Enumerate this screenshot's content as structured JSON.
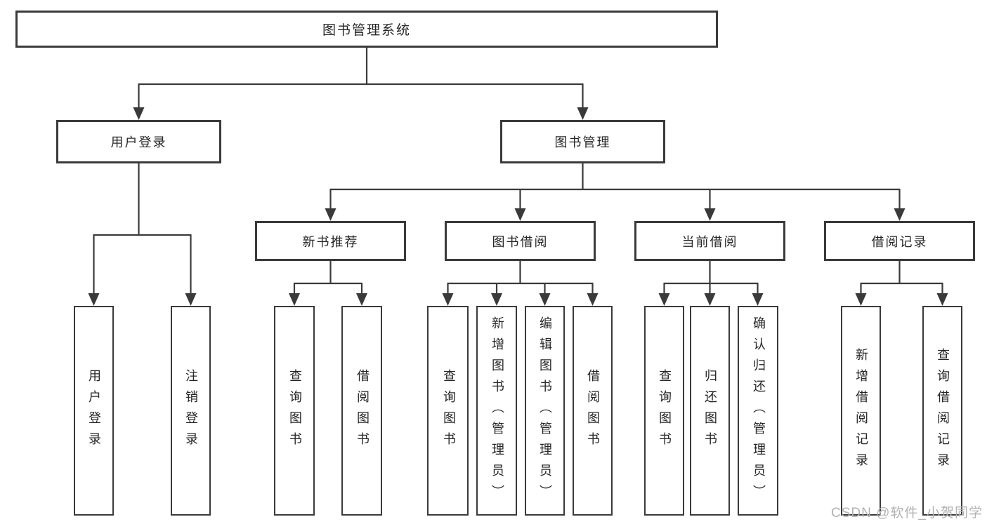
{
  "tree": {
    "root": "图书管理系统",
    "branches": [
      {
        "label": "用户登录",
        "children": [
          {
            "label": "用户登录"
          },
          {
            "label": "注销登录"
          }
        ]
      },
      {
        "label": "图书管理",
        "sections": [
          {
            "label": "新书推荐",
            "children": [
              {
                "label": "查询图书"
              },
              {
                "label": "借阅图书"
              }
            ]
          },
          {
            "label": "图书借阅",
            "children": [
              {
                "label": "查询图书"
              },
              {
                "label": "新增图书（管理员）"
              },
              {
                "label": "编辑图书（管理员）"
              },
              {
                "label": "借阅图书"
              }
            ]
          },
          {
            "label": "当前借阅",
            "children": [
              {
                "label": "查询图书"
              },
              {
                "label": "归还图书"
              },
              {
                "label": "确认归还（管理员）"
              }
            ]
          },
          {
            "label": "借阅记录",
            "children": [
              {
                "label": "新增借阅记录"
              },
              {
                "label": "查询借阅记录"
              }
            ]
          }
        ]
      }
    ]
  },
  "watermark": {
    "text": "CSDN @软件_小贺同学"
  },
  "colors": {
    "line": "#3a3a3a",
    "text": "#262626",
    "watermark": "#b2b2b2",
    "background": "#ffffff"
  }
}
